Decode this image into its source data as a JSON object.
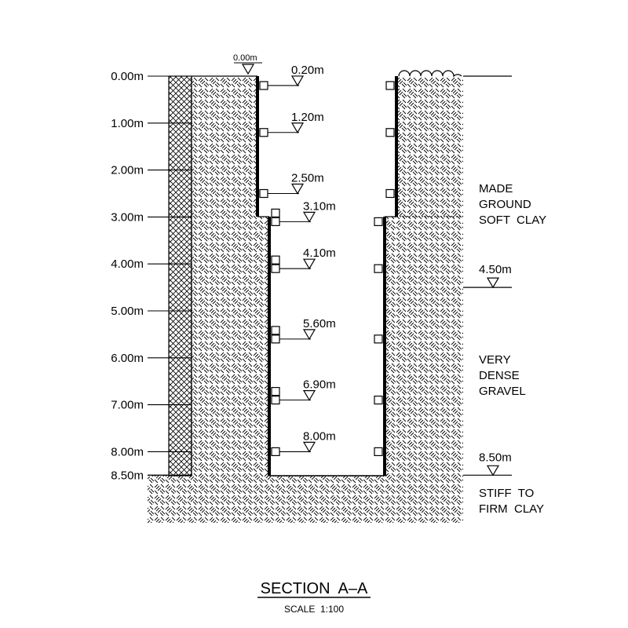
{
  "depth_scale": [
    {
      "label": "0.00m",
      "depth": 0.0
    },
    {
      "label": "1.00m",
      "depth": 1.0
    },
    {
      "label": "2.00m",
      "depth": 2.0
    },
    {
      "label": "3.00m",
      "depth": 3.0
    },
    {
      "label": "4.00m",
      "depth": 4.0
    },
    {
      "label": "5.00m",
      "depth": 5.0
    },
    {
      "label": "6.00m",
      "depth": 6.0
    },
    {
      "label": "7.00m",
      "depth": 7.0
    },
    {
      "label": "8.00m",
      "depth": 8.0
    },
    {
      "label": "8.50m",
      "depth": 8.5
    }
  ],
  "top_marker": {
    "label": "0.00m",
    "depth": 0.0
  },
  "strut_levels": [
    {
      "label": "0.20m",
      "depth": 0.2
    },
    {
      "label": "1.20m",
      "depth": 1.2
    },
    {
      "label": "2.50m",
      "depth": 2.5
    },
    {
      "label": "3.10m",
      "depth": 3.1
    },
    {
      "label": "4.10m",
      "depth": 4.1
    },
    {
      "label": "5.60m",
      "depth": 5.6
    },
    {
      "label": "6.90m",
      "depth": 6.9
    },
    {
      "label": "8.00m",
      "depth": 8.0
    }
  ],
  "strata": [
    {
      "lines": [
        "MADE",
        "GROUND",
        "SOFT  CLAY"
      ]
    },
    {
      "lines": [
        "VERY",
        "DENSE",
        "GRAVEL"
      ]
    },
    {
      "lines": [
        "STIFF  TO",
        "FIRM  CLAY"
      ]
    }
  ],
  "strata_boundaries": [
    {
      "label": "4.50m",
      "depth": 4.5
    },
    {
      "label": "8.50m",
      "depth": 8.5
    }
  ],
  "title": "SECTION  A–A",
  "scale": "SCALE  1:100"
}
